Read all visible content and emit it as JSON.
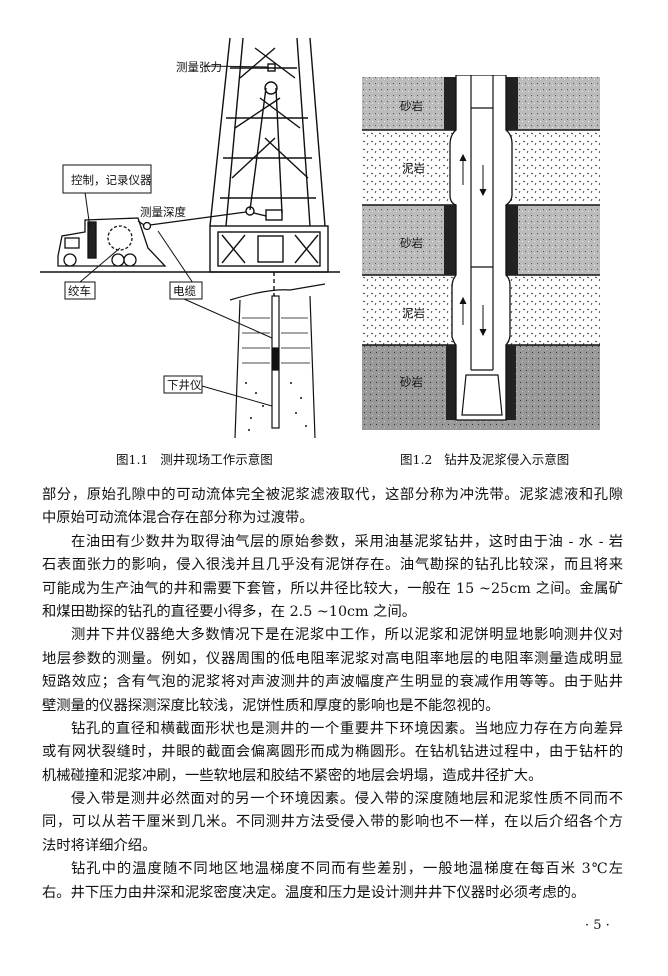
{
  "figures": [
    {
      "caption": "图1.1   测井现场工作示意图",
      "labels": {
        "tension": "测量张力",
        "control": "控制，记录仪器",
        "depth": "测量深度",
        "winch": "绞车",
        "cable": "电缆",
        "tool": "下井仪"
      }
    },
    {
      "caption": "图1.2   钻井及泥浆侵入示意图",
      "layers": [
        "砂岩",
        "泥岩",
        "砂岩",
        "泥岩",
        "砂岩"
      ]
    }
  ],
  "paragraphs": [
    {
      "indent": false,
      "lines": [
        "部分，原始孔隙中的可动流体完全被泥浆滤液取代，这部分称为冲洗带。泥浆滤液和孔隙",
        "中原始可动流体混合存在部分称为过渡带。"
      ]
    },
    {
      "indent": true,
      "lines": [
        "在油田有少数井为取得油气层的原始参数，采用油基泥浆钻井，这时由于油 - 水 - 岩",
        "石表面张力的影响，侵入很浅并且几乎没有泥饼存在。油气勘探的钻孔比较深，而且将来",
        "可能成为生产油气的井和需要下套管，所以井径比较大，一般在 15 ~25cm 之间。金属矿",
        "和煤田勘探的钻孔的直径要小得多，在 2.5 ~10cm 之间。"
      ]
    },
    {
      "indent": true,
      "lines": [
        "测井下井仪器绝大多数情况下是在泥浆中工作，所以泥浆和泥饼明显地影响测井仪对",
        "地层参数的测量。例如，仪器周围的低电阻率泥浆对高电阻率地层的电阻率测量造成明显",
        "短路效应；含有气泡的泥浆将对声波测井的声波幅度产生明显的衰减作用等等。由于贴井",
        "壁测量的仪器探测深度比较浅，泥饼性质和厚度的影响也是不能忽视的。"
      ]
    },
    {
      "indent": true,
      "lines": [
        "钻孔的直径和横截面形状也是测井的一个重要井下环境因素。当地应力存在方向差异",
        "或有网状裂缝时，井眼的截面会偏离圆形而成为椭圆形。在钻机钻进过程中，由于钻杆的",
        "机械碰撞和泥浆冲刷，一些软地层和胶结不紧密的地层会坍塌，造成井径扩大。"
      ]
    },
    {
      "indent": true,
      "lines": [
        "侵入带是测井必然面对的另一个环境因素。侵入带的深度随地层和泥浆性质不同而不",
        "同，可以从若干厘米到几米。不同测井方法受侵入带的影响也不一样，在以后介绍各个方",
        "法时将详细介绍。"
      ]
    },
    {
      "indent": true,
      "lines": [
        "钻孔中的温度随不同地区地温梯度不同而有些差别，一般地温梯度在每百米 3℃左",
        "右。井下压力由井深和泥浆密度决定。温度和压力是设计测井井下仪器时必须考虑的。"
      ]
    }
  ],
  "page_number": "· 5 ·"
}
